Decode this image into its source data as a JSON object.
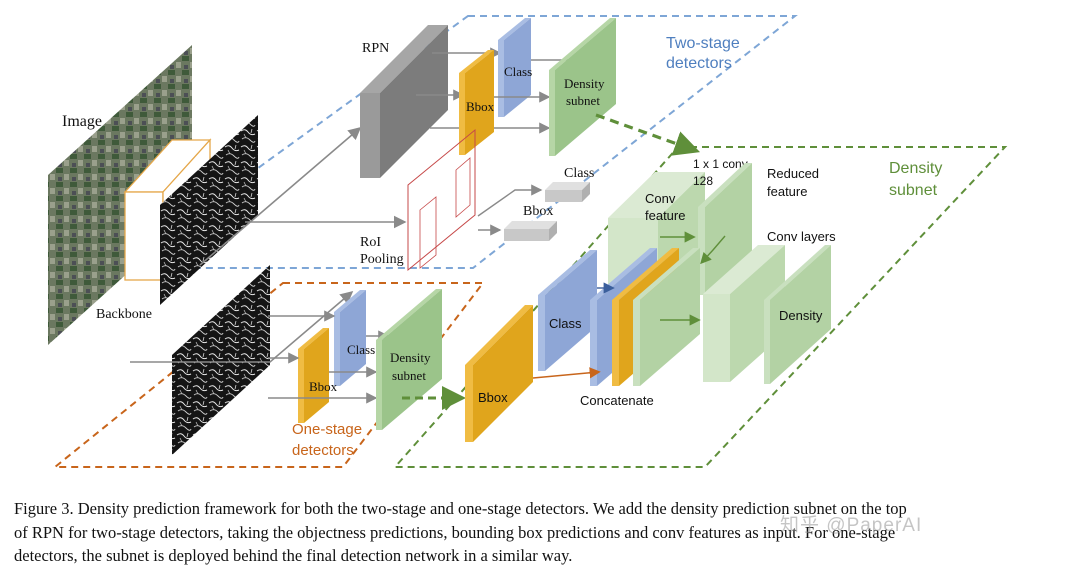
{
  "labels": {
    "image": "Image",
    "backbone": "Backbone",
    "rpn": "RPN",
    "roi_pooling_line1": "RoI",
    "roi_pooling_line2": "Pooling",
    "two_stage_line1": "Two-stage",
    "two_stage_line2": "detectors",
    "one_stage_line1": "One-stage",
    "one_stage_line2": "detectors",
    "density_subnet_title_line1": "Density",
    "density_subnet_title_line2": "subnet",
    "class": "Class",
    "bbox": "Bbox",
    "density_subnet_box_line1": "Density",
    "density_subnet_box_line2": "subnet",
    "conv1x1_line1": "1 x 1 conv",
    "conv1x1_line2": "128",
    "reduced_feature_line1": "Reduced",
    "reduced_feature_line2": "feature",
    "conv_feature_line1": "Conv",
    "conv_feature_line2": "feature",
    "conv_layers": "Conv layers",
    "density": "Density",
    "concatenate": "Concatenate"
  },
  "caption": {
    "line1": "Figure 3. Density prediction framework for both the two-stage and one-stage detectors.  We add the density prediction subnet on the top",
    "line2": "of RPN for two-stage detectors, taking the objectness predictions, bounding box predictions and conv features as input. For one-stage",
    "line3": "detectors, the subnet is deployed behind the final detection network in a similar way."
  },
  "watermark": "知乎 @PaperAI",
  "colors": {
    "two_stage_dash": "#7ea6d6",
    "one_stage_dash": "#c8651b",
    "density_dash": "#5f8f3a",
    "class_blue": "#8ea6d6",
    "bbox_orange": "#e0a51c",
    "density_green": "#9bc48a",
    "light_green": "#c9e0bf",
    "rpn_gray": "#8b8b8b"
  }
}
